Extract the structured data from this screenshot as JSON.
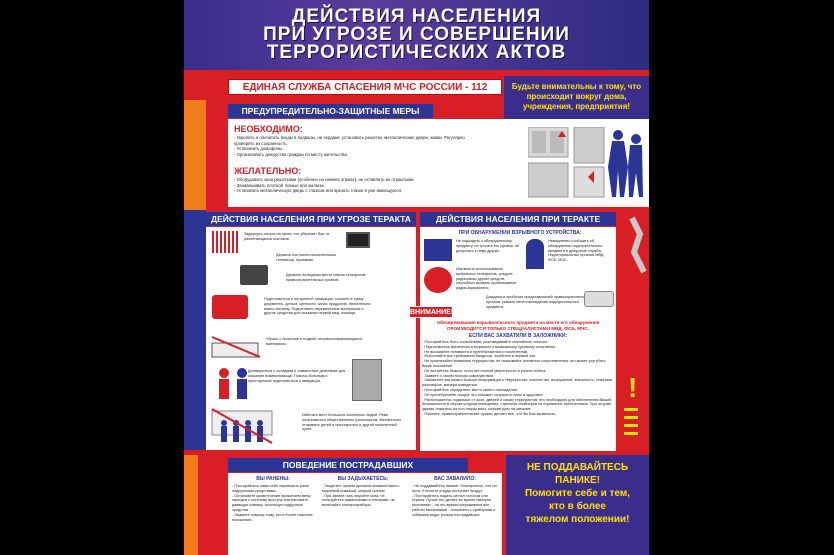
{
  "header": {
    "line1": "ДЕЙСТВИЯ НАСЕЛЕНИЯ",
    "line2": "ПРИ УГРОЗЕ И СОВЕРШЕНИИ",
    "line3": "ТЕРРОРИСТИЧЕСКИХ АКТОВ"
  },
  "ems": "ЕДИНАЯ СЛУЖБА СПАСЕНИЯ МЧС РОССИИ - 112",
  "attention": "Будьте внимательны к тому, что происходит вокруг дома, учреждения, предприятия!",
  "preventive": {
    "title": "ПРЕДУПРЕДИТЕЛЬНО-ЗАЩИТНЫЕ МЕРЫ",
    "required_label": "НЕОБХОДИМО:",
    "required_items": [
      "- Укрепить и опечатать входы в подвалы, на чердаки; установить решетки, металлические двери, замки. Регулярно проверять их сохранность.",
      "- Установить домофоны.",
      "- Организовать дежурства граждан по месту жительства."
    ],
    "desired_label": "ЖЕЛАТЕЛЬНО:",
    "desired_items": [
      "- Оборудовать окна решетками (особенно на нижних этажах), не оставлять их открытыми.",
      "- Занавешивать плотной тканью или жалюзи.",
      "- Установить металлическую дверь с глазком или врезать глазок в уже имеющуюся."
    ]
  },
  "threat": {
    "title": "ДЕЙСТВИЯ НАСЕЛЕНИЯ ПРИ УГРОЗЕ ТЕРАКТА",
    "items": [
      "Задернуть шторы на окнах: это убережет Вас от разлетающихся осколков.",
      "Держать постоянно включенными телевизор, приемник.",
      "Держать на видном месте список телефонов правоохранительных органов.",
      "Подготовиться к экстренной эвакуации: сложить в сумку документы, деньги, ценности, запас продуктов. Желательно иметь систему. Подготовить перевязочные материалы и другие средства для оказания первой мед. помощи.",
      "Убрать с балконов и лоджий легковоспламеняющиеся материалы.",
      "Договориться с соседями о совместных действиях для оказания взаимопомощи. Помочь больным и престарелым подготовиться к эвакуации.",
      "Избегать мест большого скопления людей. Реже пользоваться общественным транспортом. Желательно отправить детей и престарелых в другой населенный пункт."
    ]
  },
  "act": {
    "title": "ДЕЙСТВИЯ НАСЕЛЕНИЯ ПРИ ТЕРАКТЕ",
    "explosive_title": "ПРИ ОБНАРУЖЕНИИ ВЗРЫВНОГО УСТРОЙСТВА:",
    "explosive_items": [
      "Не подходить к обнаруженному предмету, не трогать его руками, не допускать к нему других.",
      "Исключить использование мобильных телефонов, средств радиосвязи других средств, способных вызвать срабатывание радио-взрывателя.",
      "Немедленно сообщить об обнаружении подозрительного предмета в дежурные службы территориальных органов МВД, ФСБ, МЧС.",
      "Дождаться прибытия представителей правоохранительных органов, указать местонахождение подозрительного предмета."
    ],
    "attention_label": "ВНИМАНИЕ!",
    "attention_text": "Обезвреживание взрывоопасного предмета на месте его обнаружения ПРОИЗВОДИТСЯ ТОЛЬКО СПЕЦИАЛИСТАМИ МВД, ФСБ, МЧС.",
    "hostage_title": "ЕСЛИ ВАС ЗАХВАТИЛИ В ЗАЛОЖНИКИ:",
    "hostage_items": [
      "- Постарайтесь быть спокойными, разговаривайте спокойным голосом.",
      "- Подготовьтесь физически и морально к возможному суровому испытанию.",
      "- Не вызывайте ненависти и пренебрежения к похитителям.",
      "- Выполняйте все требования бандитов, особенно в первый час.",
      "- Не привлекайте внимания террористов, не оказывайте активного сопротивления: это может усугубить Ваше положение.",
      "- Не пытайтесь бежать, если нет полной уверенности в успехе побега.",
      "- Заявите о своем плохом самочувствии.",
      "- Запомните как можно больше информации о террористах: количество, вооружение, внешность, тематика разговоров, манера поведения.",
      "- Постарайтесь определить место своего нахождения.",
      "- Не пренебрегайте пищей: это поможет сохранить силы и здоровье.",
      "- Расположитесь подальше от окон, дверей и самих террористов: это необходимо для обеспечения Вашей безопасности в случае штурма помещения, стрельбы снайперов на поражение преступников. При штурме здания ложитесь на пол лицом вниз, сложив руки на затылке.",
      "- Помните, правоохранительные органы делают все, что бы Вас вызволить."
    ]
  },
  "victims": {
    "title": "ПОВЕДЕНИЕ ПОСТРАДАВШИХ",
    "col1_title": "ВЫ РАНЕНЫ:",
    "col1_items": [
      "- Постарайтесь сами себе перевязать раны подручными средствами.",
      "- Остановите кровотечение прижатием вены пальцем к костному выступу или наложите давящую повязку, используя подручные средства.",
      "- Окажите помощь тому, кто в более тяжелом положении."
    ],
    "col2_title": "ВЫ ЗАДЫХАЕТЕСЬ:",
    "col2_items": [
      "- Защитите органы дыхания влажной ватно-марлевой повязкой, мокрой тканью.",
      "- При запахе газа откройте окна, не пользуйтесь зажигалками и спичками, не включайте электроприборы."
    ],
    "col3_title": "ВАС ЗАВАЛИЛО:",
    "col3_items": [
      "- Не поддавайтесь панике. Осмотритесь, нет ли пути. Уточните откуда поступает воздух.",
      "- Постарайтесь подать сигнал голосом или стуком. Лучше это делать во время «минуты молчания» - на это время прерываются все работы механизмов - спасатели с приборами и собаками ведут розыск пострадавших."
    ]
  },
  "closing": {
    "line1": "НЕ ПОДДАВАЙТЕСЬ",
    "line2": "ПАНИКЕ!",
    "line3": "Помогите себе и тем,",
    "line4": "кто в более",
    "line5": "тяжелом положении!"
  }
}
